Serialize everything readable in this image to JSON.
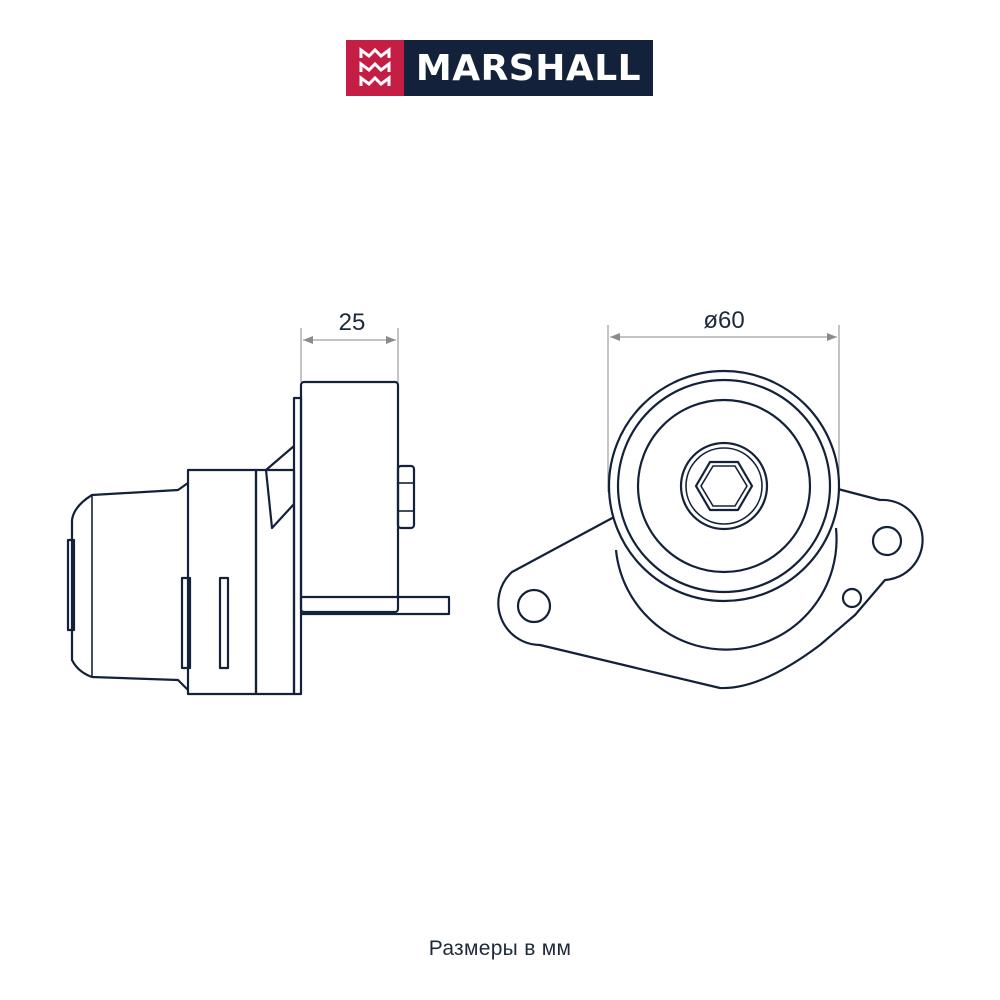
{
  "brand": {
    "name": "MARSHALL",
    "colors": {
      "mark": "#c41e45",
      "wordmark_bg": "#13223a",
      "line": "#13223a"
    }
  },
  "dimensions": {
    "width_label": "25",
    "diameter_label": "ø60"
  },
  "caption": "Размеры в мм"
}
